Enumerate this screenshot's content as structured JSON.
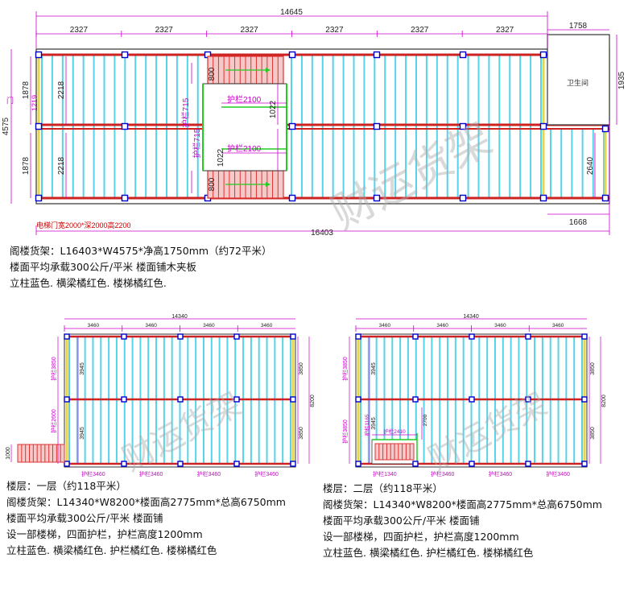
{
  "plan_top": {
    "total_width_dim": "14645",
    "bay_dims": [
      "2327",
      "2327",
      "2327",
      "2327",
      "2327",
      "2327"
    ],
    "right_bay_dim": "1758",
    "height_dim": "4575",
    "upper_dim": "1878",
    "lower_dim": "1878",
    "door_label": "门",
    "door_dim": "1219",
    "inner_dim_upper": "2218",
    "inner_dim_lower": "2218",
    "stair_dim_upper": "800",
    "stair_dim_lower": "800",
    "guard_upper": "护栏2100",
    "guard_lower": "护栏2100",
    "guard_side_upper": "护栏715",
    "guard_side_lower": "护栏715",
    "gap_upper": "1022",
    "gap_lower": "1022",
    "toilet_label": "卫生间",
    "toilet_dim": "1935",
    "right_lower_dim": "2640",
    "bottom_right_dim": "1668",
    "bottom_total_dim": "16403",
    "elevator_note": "电梯门宽2000*深2000高2200"
  },
  "caption_top": [
    "阁楼货架：L16403*W4575*净高1750mm（约72平米）",
    "楼面平均承载300公斤/平米 楼面铺木夹板",
    "立柱蓝色. 横梁橘红色. 楼梯橘红色."
  ],
  "plan_floor1": {
    "total_dim": "14340",
    "bay_dims": [
      "3460",
      "3460",
      "3460",
      "3460"
    ],
    "left_guard_upper": "护栏3850",
    "left_guard_lower": "护栏2600",
    "left_dim_upper": "3945",
    "left_dim_lower": "3945",
    "right_dim_upper": "3850",
    "right_dim_lower": "3850",
    "right_total_dim": "8200",
    "stair_dim": "1000",
    "bottom_guards": [
      "护栏3460",
      "护栏3460",
      "护栏3460",
      "护栏3460"
    ]
  },
  "caption_floor1": [
    "楼层：一层（约118平米）",
    "阁楼货架：L14340*W8200*楼面高2775mm*总高6750mm",
    "楼面平均承载300公斤/平米 楼面铺",
    "设一部楼梯，四面护栏，护栏高度1200mm",
    "立柱蓝色. 横梁橘红色. 护栏橘红色. 楼梯橘红色"
  ],
  "plan_floor2": {
    "total_dim": "14340",
    "bay_dims": [
      "3460",
      "3460",
      "3460",
      "3460"
    ],
    "left_guard_upper": "护栏3850",
    "left_guard_lower": "护栏3850",
    "left_dim_upper": "3945",
    "left_dim_lower": "3945",
    "right_dim_upper": "3850",
    "right_dim_lower": "3850",
    "right_total_dim": "8200",
    "guard_small_side": "护栏1165",
    "guard_stair": "护栏2410",
    "stair_side_dim": "2700",
    "bottom_guards": [
      "护栏1340",
      "护栏3460",
      "护栏3460",
      "护栏3460"
    ]
  },
  "caption_floor2": [
    "楼层：二层（约118平米）",
    "阁楼货架：L14340*W8200*楼面高2775mm*总高6750mm",
    "楼面平均承载300公斤/平米 楼面铺",
    "设一部楼梯，四面护栏，护栏高度1200mm",
    "立柱蓝色. 横梁橘红色. 护栏橘红色. 楼梯橘红色"
  ],
  "watermark": "财运货架",
  "colors": {
    "dim": "#cc00cc",
    "column": "#0000cc",
    "beam": "#cc2222",
    "joist": "#55d4e8",
    "edge": "#e6d64a",
    "stair": "#dd3333",
    "green": "#22cc22"
  }
}
